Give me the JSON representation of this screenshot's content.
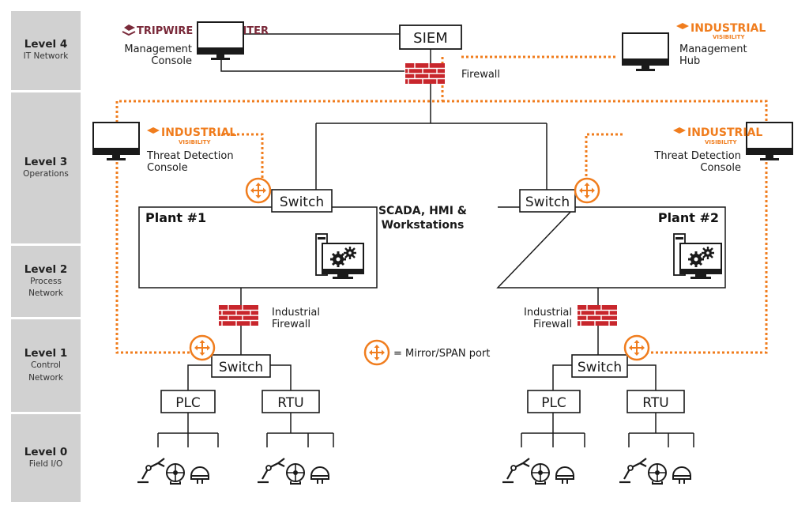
{
  "levels": [
    {
      "title": "Level 4",
      "sub": "IT Network"
    },
    {
      "title": "Level 3",
      "sub": "Operations"
    },
    {
      "title": "Level 2",
      "sub": "Process\nNetwork"
    },
    {
      "title": "Level 1",
      "sub": "Control\nNetwork"
    },
    {
      "title": "Level 0",
      "sub": "Field I/O"
    }
  ],
  "top": {
    "siem": "SIEM",
    "firewall": "Firewall",
    "log_center_logo": "TRIPWIRE LOG CENTER",
    "mgmt_console_line1": "Management",
    "mgmt_console_line2": "Console",
    "iv_logo_line1": "INDUSTRIAL",
    "iv_logo_line2": "VISIBILITY",
    "mgmt_hub_line1": "Management",
    "mgmt_hub_line2": "Hub"
  },
  "operations": {
    "tdc_line1": "Threat Detection",
    "tdc_line2": "Console",
    "iv_line1": "INDUSTRIAL",
    "iv_line2": "VISIBILITY"
  },
  "plants": {
    "switch": "Switch",
    "plant1": "Plant #1",
    "plant2": "Plant #2",
    "scada_line1": "SCADA, HMI &",
    "scada_line2": "Workstations",
    "ind_fw_line1": "Industrial",
    "ind_fw_line2": "Firewall"
  },
  "control": {
    "switch": "Switch",
    "plc": "PLC",
    "rtu": "RTU"
  },
  "legend": {
    "mirror_port": "= Mirror/SPAN port"
  },
  "colors": {
    "orange": "#f07d1e",
    "firewall_red": "#c8262c",
    "level_gray": "#d1d1d1",
    "logo_maroon": "#7a2a3a"
  }
}
